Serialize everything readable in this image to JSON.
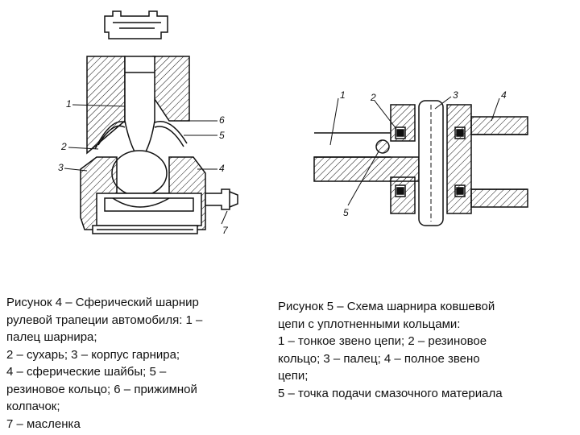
{
  "figure4": {
    "labels": [
      "1",
      "2",
      "3",
      "6",
      "5",
      "4",
      "7"
    ],
    "caption_lines": [
      "Рисунок 4 – Сферический шарнир",
      "рулевой трапеции автомобиля: 1 –",
      "палец шарнира;",
      "2 – сухарь; 3 – корпус гарнира;",
      "4 – сферические шайбы; 5 –",
      "резиновое кольцо; 6 – прижимной",
      "колпачок;",
      "7 – масленка"
    ]
  },
  "figure5": {
    "labels": [
      "1",
      "2",
      "3",
      "4",
      "5"
    ],
    "caption_lines": [
      "Рисунок 5 – Схема шарнира ковшевой",
      "цепи с уплотненными кольцами:",
      "1 – тонкое звено цепи; 2 – резиновое",
      "кольцо; 3 – палец; 4 – полное звено",
      "цепи;",
      "5 – точка подачи смазочного материала"
    ]
  },
  "colors": {
    "line": "#111111",
    "background": "#ffffff"
  }
}
